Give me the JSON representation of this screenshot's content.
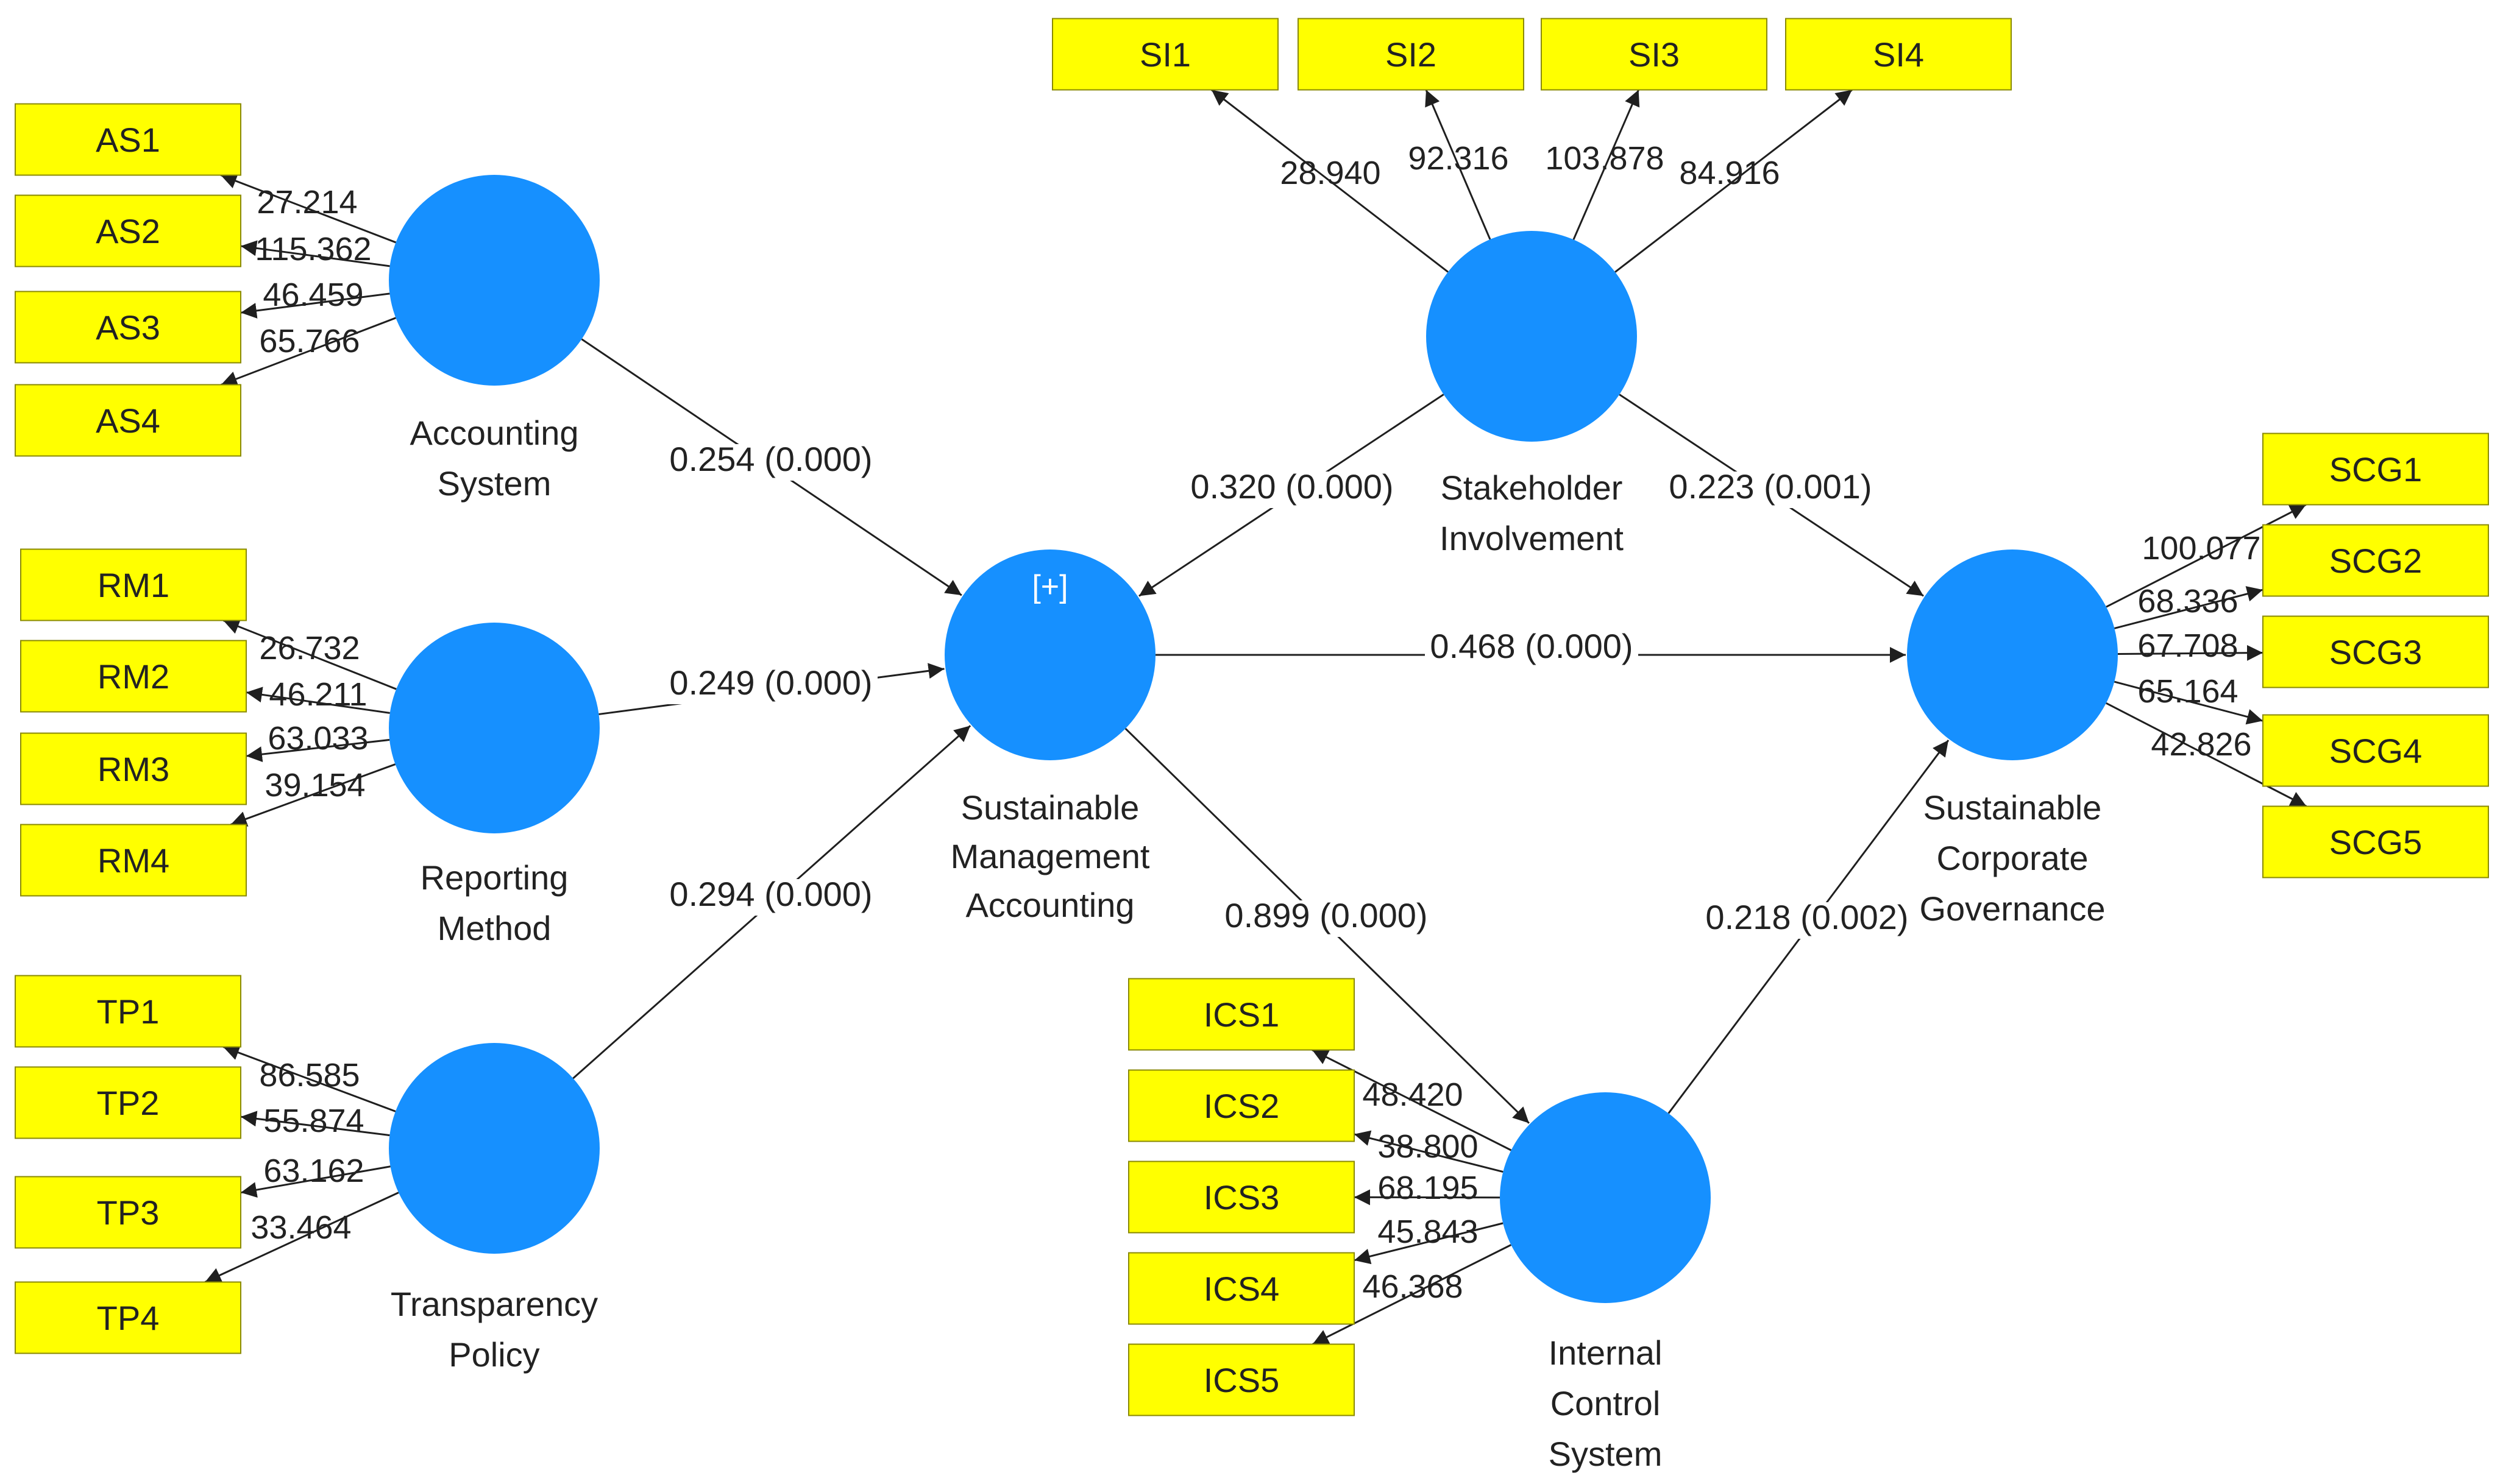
{
  "colors": {
    "latent": "#1690ff",
    "indicator_fill": "#ffff00",
    "indicator_stroke": "#8a8a00",
    "line": "#1f1f1f",
    "text": "#222222"
  },
  "expand_marker": "[+]",
  "latent_variables": [
    {
      "id": "AS",
      "name": [
        "Accounting",
        "System"
      ]
    },
    {
      "id": "RM",
      "name": [
        "Reporting",
        "Method"
      ]
    },
    {
      "id": "TP",
      "name": [
        "Transparency",
        "Policy"
      ]
    },
    {
      "id": "SMA",
      "name": [
        "Sustainable",
        "Management",
        "Accounting"
      ]
    },
    {
      "id": "SI",
      "name": [
        "Stakeholder",
        "Involvement"
      ]
    },
    {
      "id": "SCG",
      "name": [
        "Sustainable",
        "Corporate",
        "Governance"
      ]
    },
    {
      "id": "ICS",
      "name": [
        "Internal",
        "Control",
        "System"
      ]
    }
  ],
  "indicators": [
    {
      "id": "AS1",
      "label": "AS1",
      "latent": "AS",
      "loading": "27.214"
    },
    {
      "id": "AS2",
      "label": "AS2",
      "latent": "AS",
      "loading": "115.362"
    },
    {
      "id": "AS3",
      "label": "AS3",
      "latent": "AS",
      "loading": "46.459"
    },
    {
      "id": "AS4",
      "label": "AS4",
      "latent": "AS",
      "loading": "65.766"
    },
    {
      "id": "RM1",
      "label": "RM1",
      "latent": "RM",
      "loading": "26.732"
    },
    {
      "id": "RM2",
      "label": "RM2",
      "latent": "RM",
      "loading": "46.211"
    },
    {
      "id": "RM3",
      "label": "RM3",
      "latent": "RM",
      "loading": "63.033"
    },
    {
      "id": "RM4",
      "label": "RM4",
      "latent": "RM",
      "loading": "39.154"
    },
    {
      "id": "TP1",
      "label": "TP1",
      "latent": "TP",
      "loading": "86.585"
    },
    {
      "id": "TP2",
      "label": "TP2",
      "latent": "TP",
      "loading": "55.874"
    },
    {
      "id": "TP3",
      "label": "TP3",
      "latent": "TP",
      "loading": "63.162"
    },
    {
      "id": "TP4",
      "label": "TP4",
      "latent": "TP",
      "loading": "33.464"
    },
    {
      "id": "SI1",
      "label": "SI1",
      "latent": "SI",
      "loading": "28.940"
    },
    {
      "id": "SI2",
      "label": "SI2",
      "latent": "SI",
      "loading": "92.316"
    },
    {
      "id": "SI3",
      "label": "SI3",
      "latent": "SI",
      "loading": "103.878"
    },
    {
      "id": "SI4",
      "label": "SI4",
      "latent": "SI",
      "loading": "84.916"
    },
    {
      "id": "SCG1",
      "label": "SCG1",
      "latent": "SCG",
      "loading": "100.077"
    },
    {
      "id": "SCG2",
      "label": "SCG2",
      "latent": "SCG",
      "loading": "68.336"
    },
    {
      "id": "SCG3",
      "label": "SCG3",
      "latent": "SCG",
      "loading": "67.708"
    },
    {
      "id": "SCG4",
      "label": "SCG4",
      "latent": "SCG",
      "loading": "65.164"
    },
    {
      "id": "SCG5",
      "label": "SCG5",
      "latent": "SCG",
      "loading": "42.826"
    },
    {
      "id": "ICS1",
      "label": "ICS1",
      "latent": "ICS",
      "loading": "48.420"
    },
    {
      "id": "ICS2",
      "label": "ICS2",
      "latent": "ICS",
      "loading": "38.800"
    },
    {
      "id": "ICS3",
      "label": "ICS3",
      "latent": "ICS",
      "loading": "68.195"
    },
    {
      "id": "ICS4",
      "label": "ICS4",
      "latent": "ICS",
      "loading": "45.843"
    },
    {
      "id": "ICS5",
      "label": "ICS5",
      "latent": "ICS",
      "loading": "46.368"
    }
  ],
  "paths": [
    {
      "from": "AS",
      "to": "SMA",
      "label": "0.254 (0.000)"
    },
    {
      "from": "RM",
      "to": "SMA",
      "label": "0.249 (0.000)"
    },
    {
      "from": "TP",
      "to": "SMA",
      "label": "0.294 (0.000)"
    },
    {
      "from": "SI",
      "to": "SMA",
      "label": "0.320 (0.000)"
    },
    {
      "from": "SI",
      "to": "SCG",
      "label": "0.223 (0.001)"
    },
    {
      "from": "SMA",
      "to": "SCG",
      "label": "0.468 (0.000)"
    },
    {
      "from": "SMA",
      "to": "ICS",
      "label": "0.899 (0.000)"
    },
    {
      "from": "ICS",
      "to": "SCG",
      "label": "0.218 (0.002)"
    }
  ]
}
